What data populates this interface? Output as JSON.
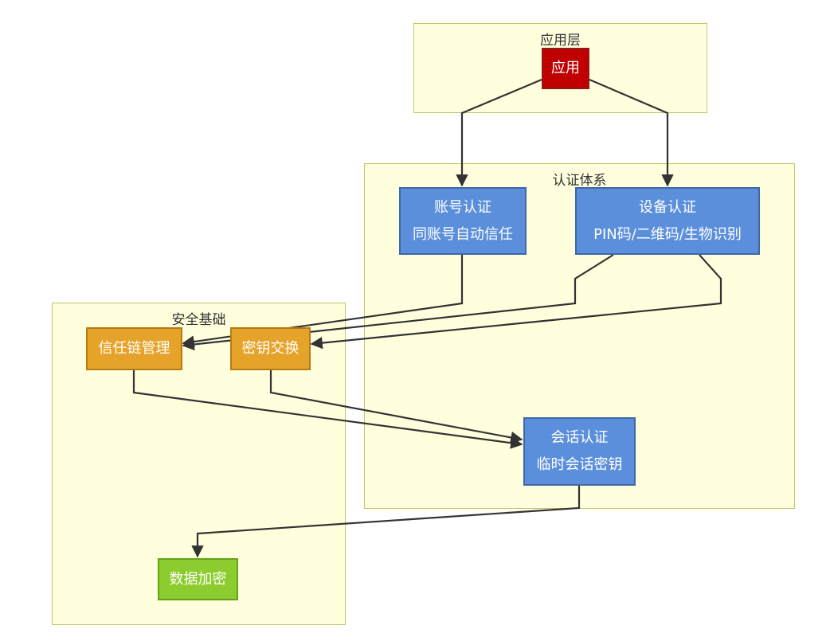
{
  "clusters": {
    "app_layer": "应用层",
    "auth_system": "认证体系",
    "security_base": "安全基础"
  },
  "nodes": {
    "app": {
      "line1": "应用"
    },
    "account_auth": {
      "line1": "账号认证",
      "line2": "同账号自动信任"
    },
    "device_auth": {
      "line1": "设备认证",
      "line2": "PIN码/二维码/生物识别"
    },
    "trust_chain": {
      "line1": "信任链管理"
    },
    "key_exchange": {
      "line1": "密钥交换"
    },
    "session_auth": {
      "line1": "会话认证",
      "line2": "临时会话密钥"
    },
    "data_encryption": {
      "line1": "数据加密"
    }
  },
  "colors": {
    "cluster_fill": "#ffffde",
    "cluster_border": "#c2c46a",
    "app": "#c00000",
    "auth": "#5b8fdc",
    "security": "#e6a32a",
    "encryption": "#8ccc2e",
    "edge": "#333333"
  }
}
